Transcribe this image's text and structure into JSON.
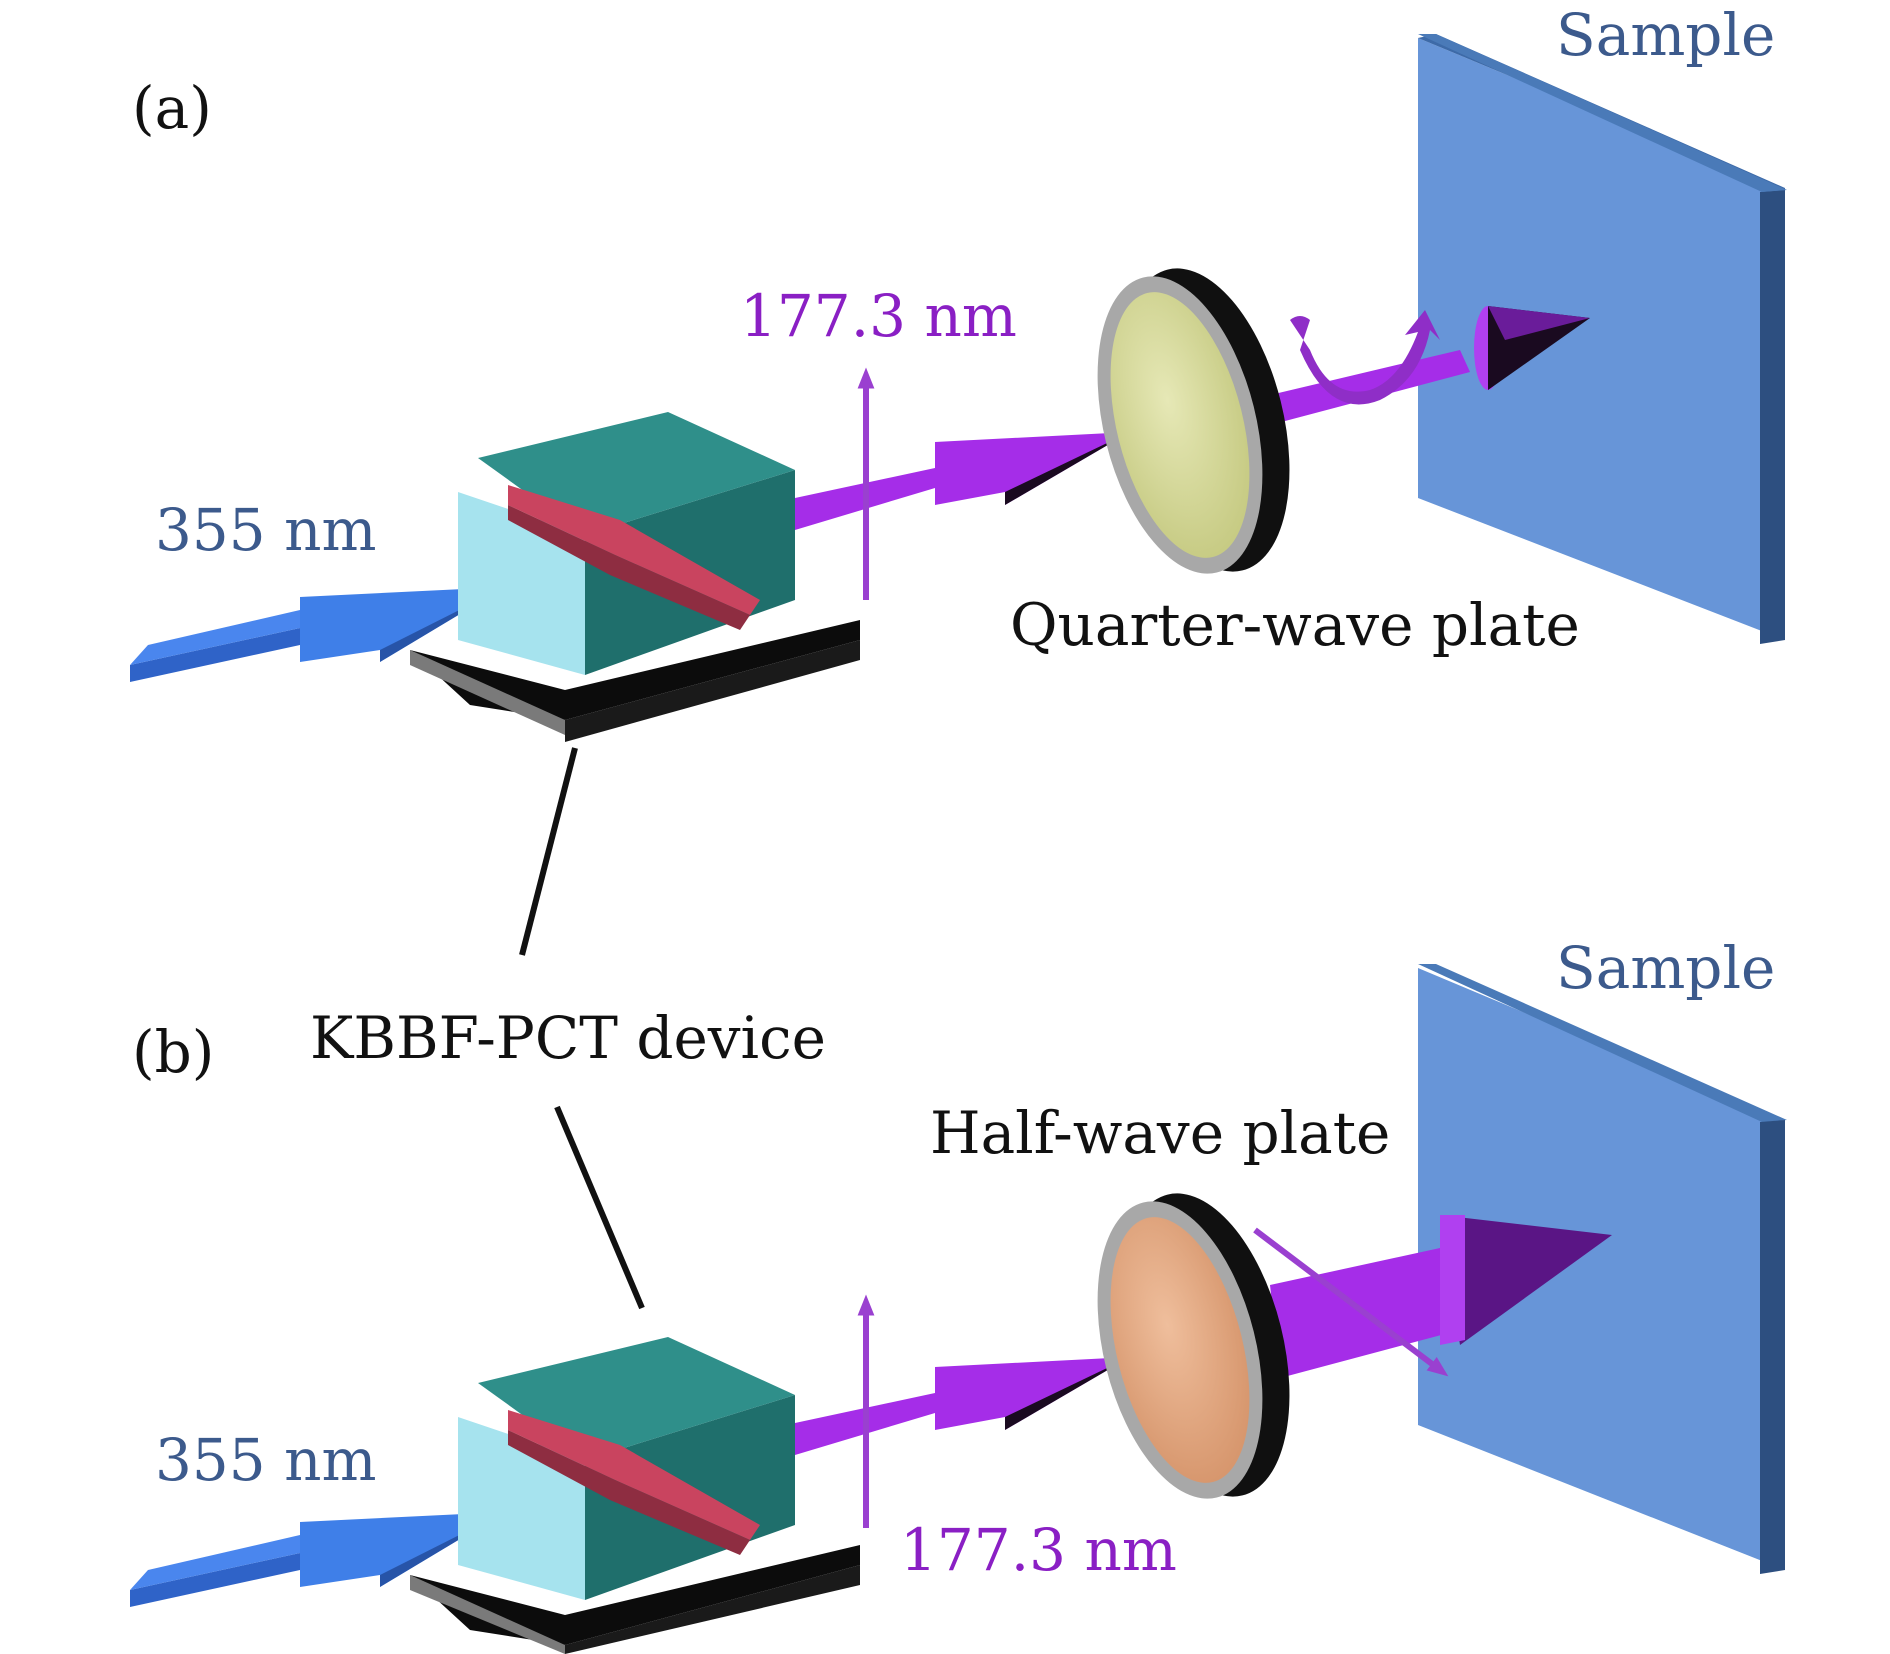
{
  "panels": {
    "a": {
      "label": "(a)",
      "input_wavelength": "355 nm",
      "output_wavelength": "177.3 nm",
      "plate_label": "Quarter-wave plate",
      "sample_label": "Sample"
    },
    "b": {
      "label": "(b)",
      "input_wavelength": "355 nm",
      "output_wavelength": "177.3 nm",
      "plate_label": "Half-wave plate",
      "sample_label": "Sample"
    }
  },
  "device_label": "KBBF-PCT device",
  "colors": {
    "input_beam": "#3f7fe8",
    "output_beam": "#a52de8",
    "crystal_prism": "#c9445f",
    "cube_top": "#2f8f8a",
    "cube_front": "#a6e3ee",
    "cube_side": "#1f6f6c",
    "quarter_wave_plate": "#dadca0",
    "half_wave_plate": "#e3ab86",
    "sample": "#6595d8"
  }
}
